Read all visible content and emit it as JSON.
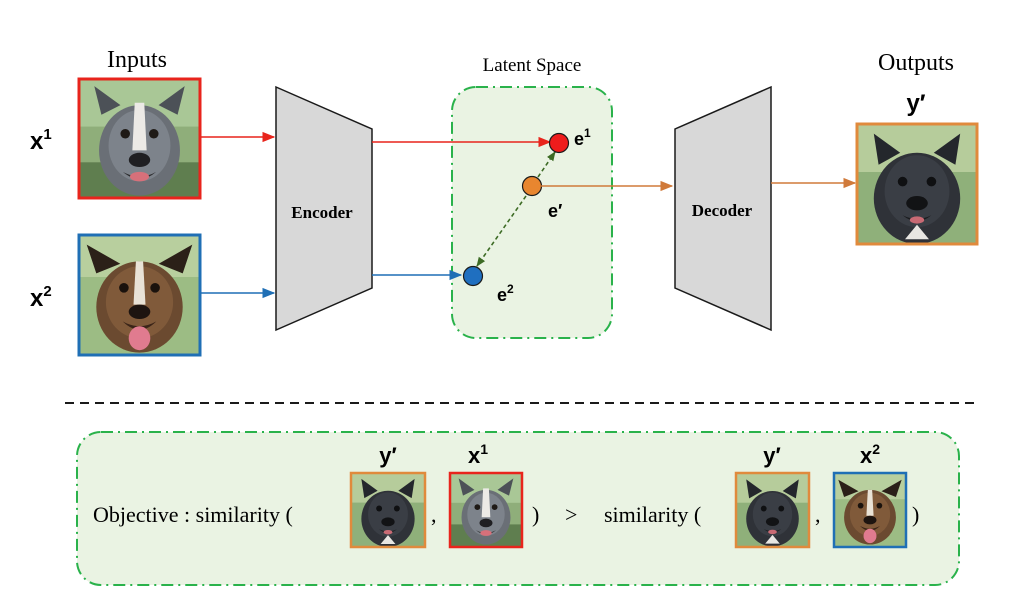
{
  "inputs": {
    "heading": "Inputs",
    "x1_label": "x",
    "x1_sup": "1",
    "x2_label": "x",
    "x2_sup": "2"
  },
  "encoder": {
    "label": "Encoder"
  },
  "latent": {
    "heading": "Latent Space",
    "e1_label": "e",
    "e1_sup": "1",
    "eprime_label": "e′",
    "e2_label": "e",
    "e2_sup": "2"
  },
  "decoder": {
    "label": "Decoder"
  },
  "outputs": {
    "heading": "Outputs",
    "y_label": "y′"
  },
  "objective": {
    "text": "Objective : similarity (",
    "comma1": ",",
    "close1": ")",
    "gt": ">",
    "text2": "similarity (",
    "comma2": ",",
    "close2": ")",
    "y_label_1": "y′",
    "x1_label": "x",
    "x1_sup": "1",
    "y_label_2": "y′",
    "x2_label": "x",
    "x2_sup": "2"
  },
  "colors": {
    "x1_frame": "#e8241c",
    "x2_frame": "#1f6fb5",
    "y_frame": "#e08a3c",
    "e1_point": "#ee1c1c",
    "eprime_point": "#e8862f",
    "e2_point": "#1f6fc0",
    "latent_fill": "#eaf3e3",
    "latent_border": "#2ab24b",
    "box_fill": "#d8d8d8",
    "interp_arrow": "#3d6b25",
    "output_arrow": "#d07a3a"
  },
  "icons": {
    "x1_image": "dog-photo-icon",
    "x2_image": "dog-photo-icon",
    "y_image": "dog-photo-icon"
  }
}
